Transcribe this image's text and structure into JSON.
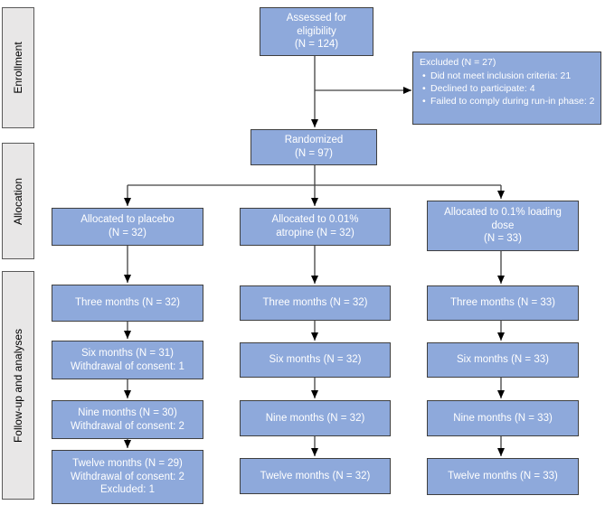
{
  "phases": {
    "enrollment": "Enrollment",
    "allocation": "Allocation",
    "followup": "Follow-up and analyses"
  },
  "enrollment": {
    "assessed": "Assessed for\neligibility\n(N = 124)",
    "excluded_title": "Excluded (N = 27)",
    "excluded_items": [
      "Did not meet inclusion criteria: 21",
      "Declined to participate: 4",
      "Failed to comply during run-in phase: 2"
    ],
    "bullet_glyph": "•",
    "randomized": "Randomized\n(N = 97)"
  },
  "allocation": {
    "placebo": "Allocated to placebo\n(N = 32)",
    "atropine_001": "Allocated to 0.01%\natropine (N = 32)",
    "atropine_01_loading": "Allocated to 0.1% loading\ndose\n(N = 33)"
  },
  "followup": {
    "placebo": {
      "m3": "Three months (N = 32)",
      "m6": "Six months (N = 31)\nWithdrawal of consent: 1",
      "m9": "Nine months (N = 30)\nWithdrawal of consent: 2",
      "m12": "Twelve months (N = 29)\nWithdrawal of consent: 2\nExcluded: 1"
    },
    "atropine_001": {
      "m3": "Three months (N = 32)",
      "m6": "Six months (N = 32)",
      "m9": "Nine months (N = 32)",
      "m12": "Twelve months (N = 32)"
    },
    "atropine_01_loading": {
      "m3": "Three months (N = 33)",
      "m6": "Six months (N = 33)",
      "m9": "Nine months (N = 33)",
      "m12": "Twelve months (N = 33)"
    }
  },
  "colors": {
    "box_fill": "#8EA9DB",
    "box_border": "#3F3F3F",
    "box_text": "#FFFFFF",
    "phase_fill": "#E8E7E7",
    "phase_border": "#595959",
    "phase_text": "#000000",
    "connector": "#404040",
    "arrowhead": "#000000"
  }
}
